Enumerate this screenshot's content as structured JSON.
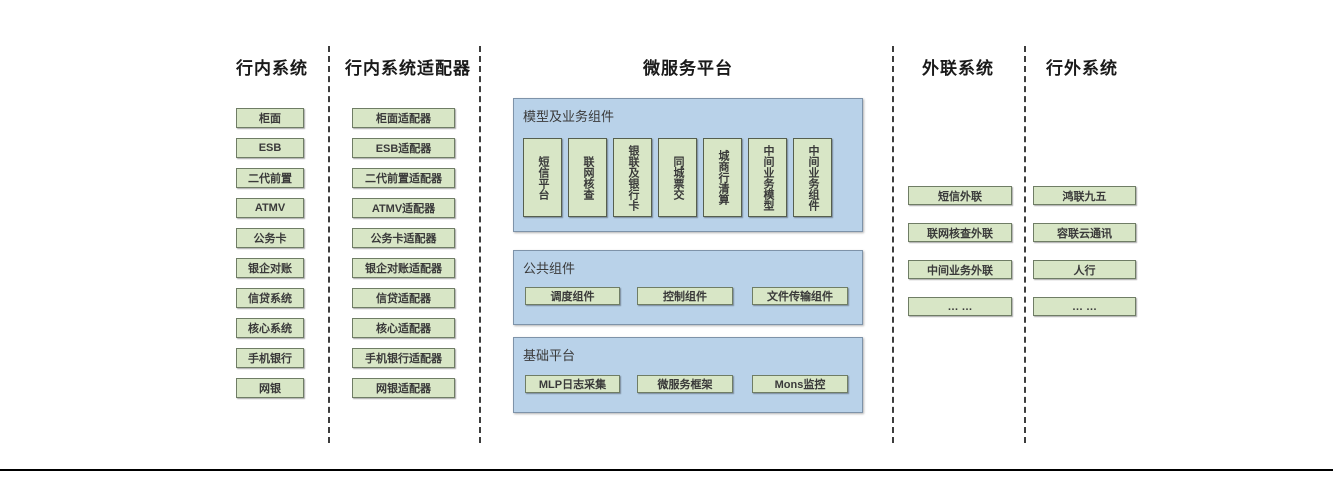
{
  "diagram": {
    "title_row": {
      "internal_systems": "行内系统",
      "internal_adapters": "行内系统适配器",
      "microservice_platform": "微服务平台",
      "outreach_systems": "外联系统",
      "external_systems": "行外系统"
    },
    "internal_systems": {
      "items": [
        "柜面",
        "ESB",
        "二代前置",
        "ATMV",
        "公务卡",
        "银企对账",
        "信贷系统",
        "核心系统",
        "手机银行",
        "网银"
      ]
    },
    "internal_adapters": {
      "items": [
        "柜面适配器",
        "ESB适配器",
        "二代前置适配器",
        "ATMV适配器",
        "公务卡适配器",
        "银企对账适配器",
        "信贷适配器",
        "核心适配器",
        "手机银行适配器",
        "网银适配器"
      ]
    },
    "microservice_platform": {
      "sections": [
        {
          "label": "模型及业务组件",
          "items": [
            "短信平台",
            "联网核查",
            "银联及银行卡",
            "同城票交",
            "城商行清算",
            "中间业务模型",
            "中间业务组件"
          ]
        },
        {
          "label": "公共组件",
          "items": [
            "调度组件",
            "控制组件",
            "文件传输组件"
          ]
        },
        {
          "label": "基础平台",
          "items": [
            "MLP日志采集",
            "微服务框架",
            "Mons监控"
          ]
        }
      ]
    },
    "outreach_systems": {
      "items": [
        "短信外联",
        "联网核查外联",
        "中间业务外联",
        "… …"
      ]
    },
    "external_systems": {
      "items": [
        "鸿联九五",
        "容联云通讯",
        "人行",
        "… …"
      ]
    },
    "colors": {
      "node_fill": "#d8e6c6",
      "node_border": "#6f7d65",
      "panel_fill": "#b9d2e9",
      "panel_border": "#7e93a9",
      "text": "#3a3a3a",
      "bottom_rule": "#000000"
    }
  }
}
